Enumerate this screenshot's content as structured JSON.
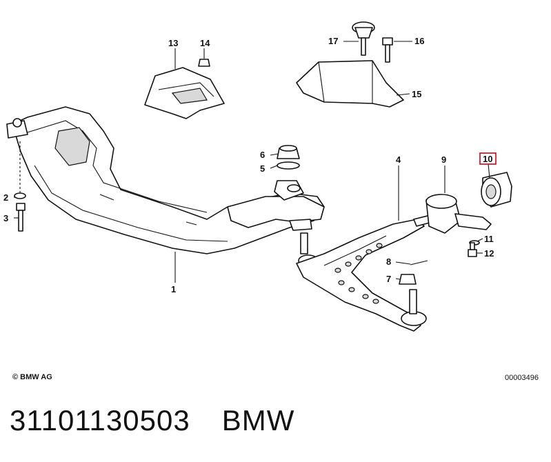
{
  "callouts": [
    "1",
    "2",
    "3",
    "4",
    "5",
    "6",
    "7",
    "8",
    "9",
    "10",
    "11",
    "12",
    "13",
    "14",
    "15",
    "16",
    "17"
  ],
  "highlighted_callout": "10",
  "highlight_color": "#d0021b",
  "footer": {
    "copyright": "© BMW AG",
    "diagram_id": "00003496"
  },
  "caption": {
    "part_number": "31101130503",
    "brand": "BMW"
  }
}
